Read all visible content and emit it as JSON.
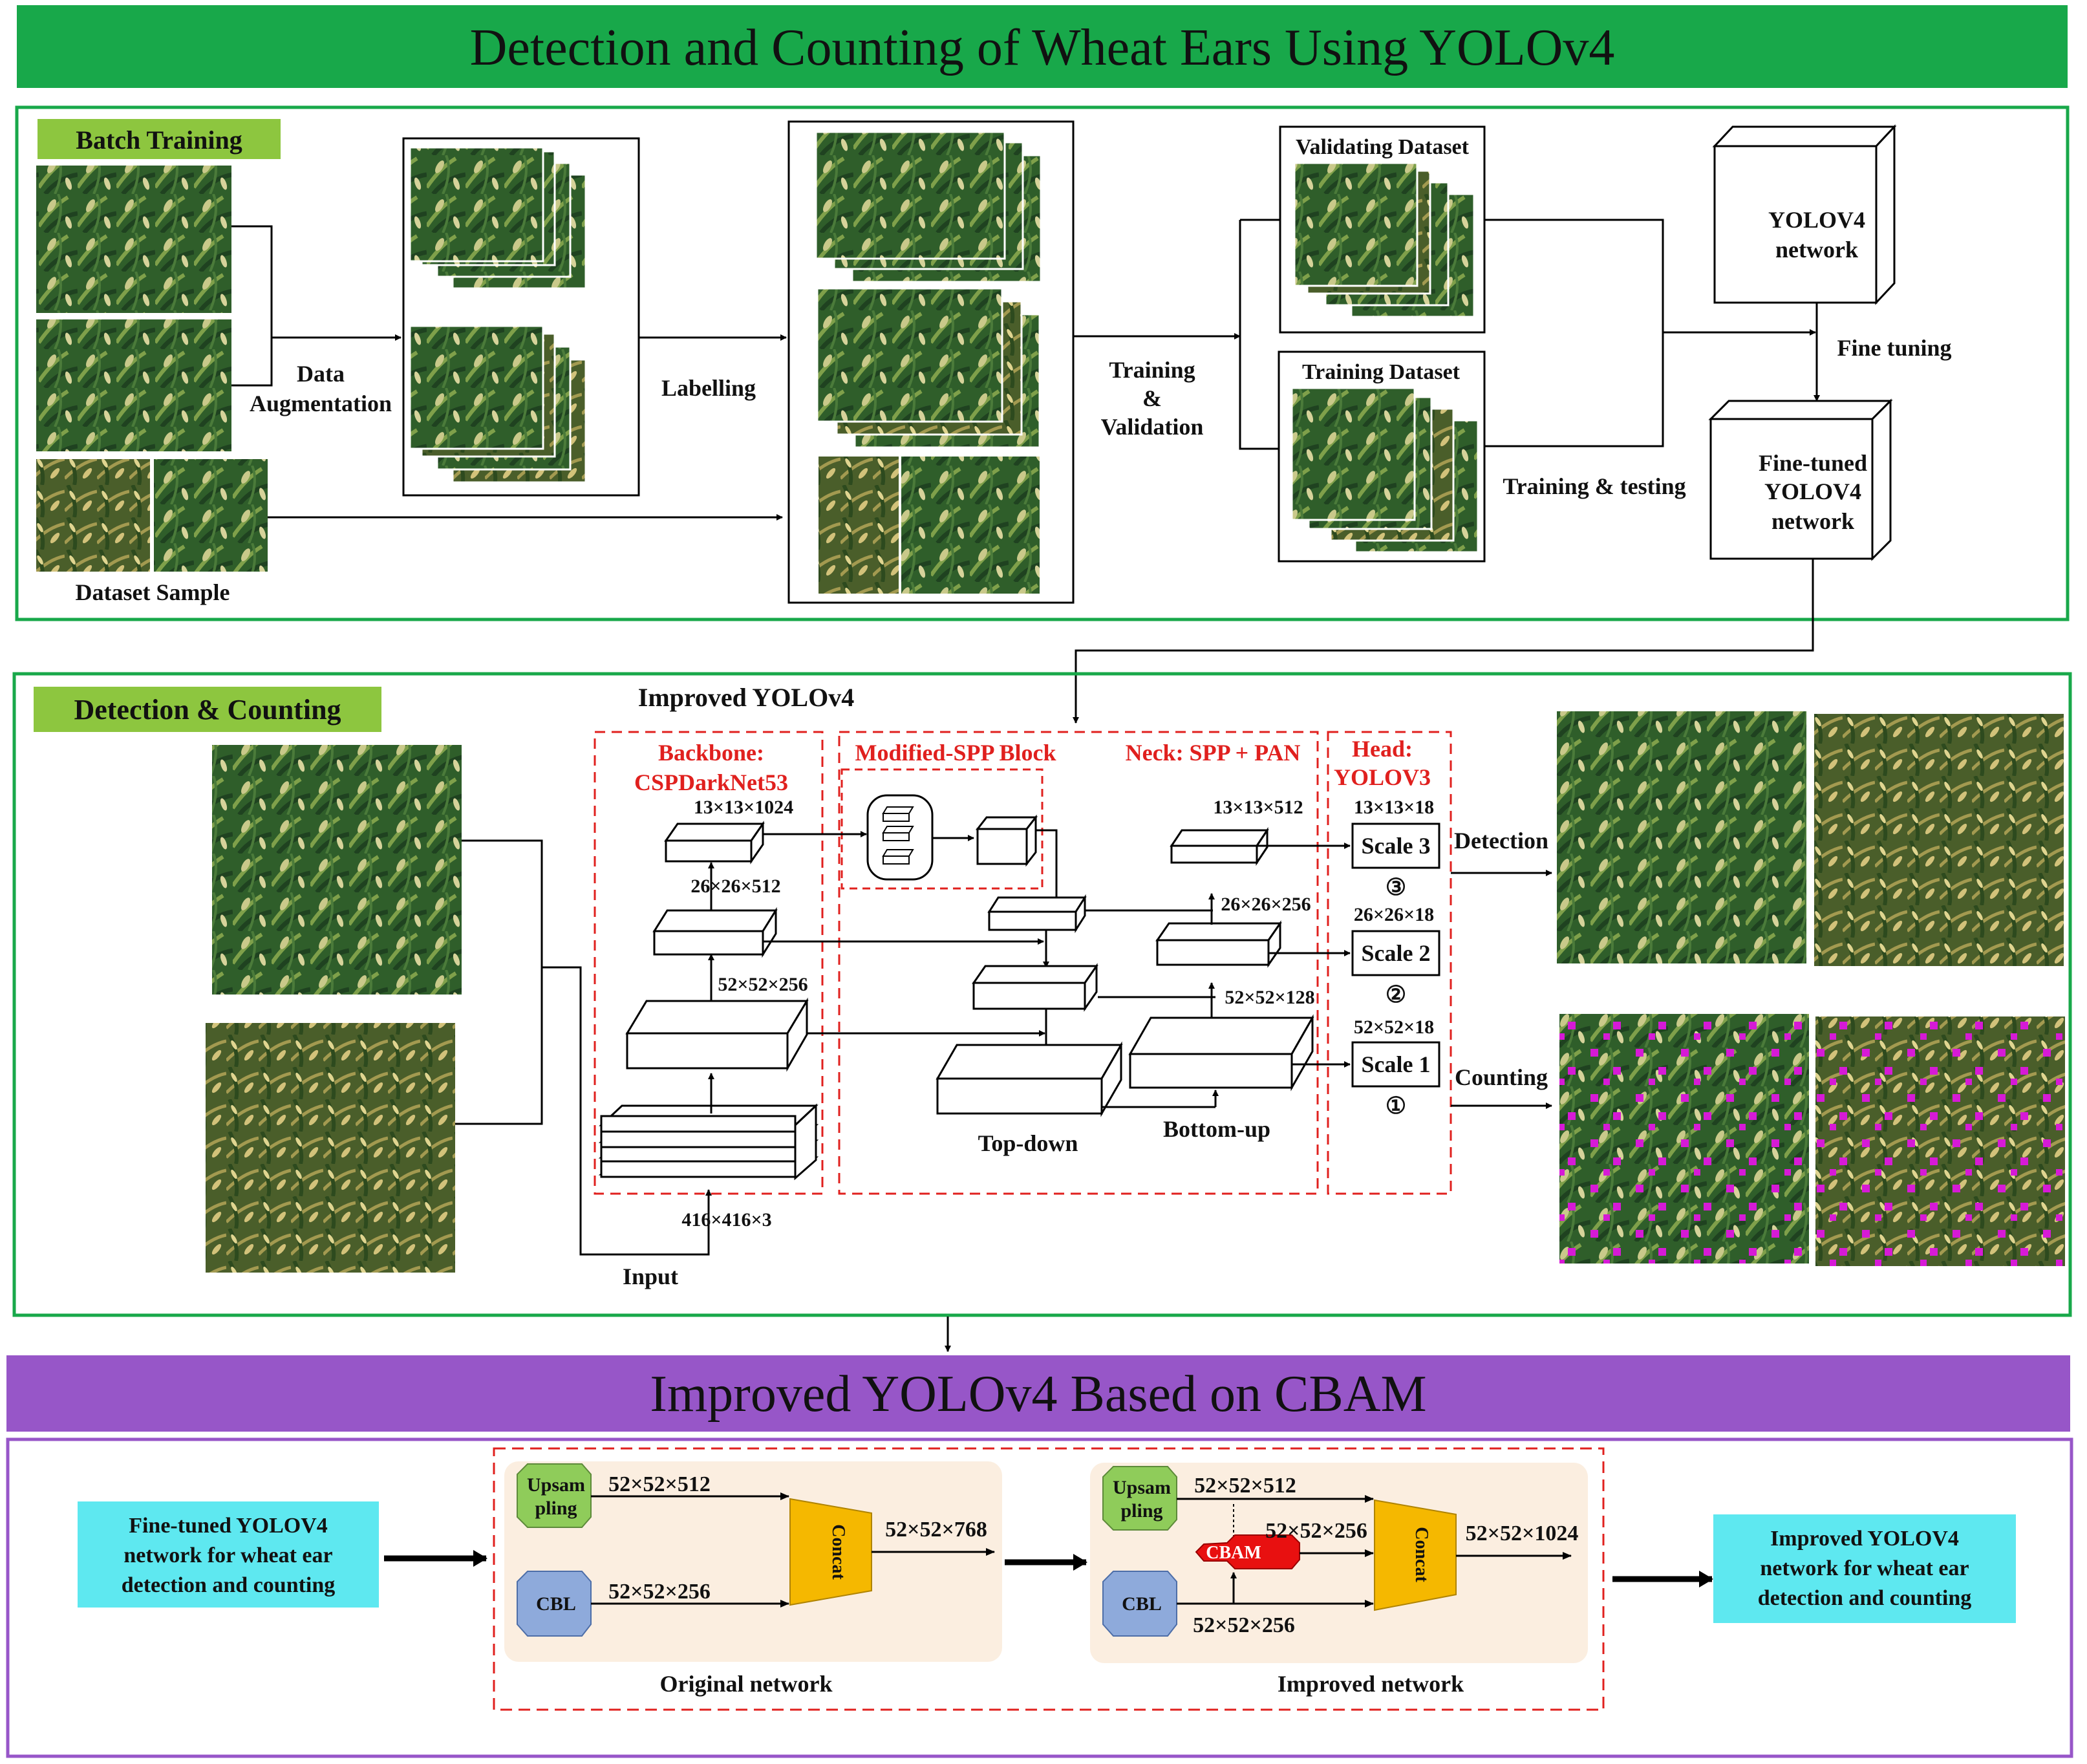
{
  "header": {
    "title": "Detection and Counting of Wheat Ears Using YOLOv4"
  },
  "batch": {
    "badge": "Batch Training",
    "dataset_sample": "Dataset Sample",
    "data_augmentation_1": "Data",
    "data_augmentation_2": "Augmentation",
    "labelling": "Labelling",
    "training_validation_1": "Training",
    "training_validation_2": "&",
    "training_validation_3": "Validation",
    "validating_dataset": "Validating Dataset",
    "training_dataset": "Training Dataset",
    "training_testing": "Training & testing",
    "fine_tuning": "Fine tuning",
    "yolo_net_1": "YOLOV4",
    "yolo_net_2": "network",
    "finetuned_1": "Fine-tuned",
    "finetuned_2": "YOLOV4",
    "finetuned_3": "network"
  },
  "detection": {
    "badge": "Detection & Counting",
    "improved": "Improved YOLOv4",
    "backbone_1": "Backbone:",
    "backbone_2": "CSPDarkNet53",
    "spp": "Modified-SPP Block",
    "neck": "Neck: SPP + PAN",
    "head_1": "Head:",
    "head_2": "YOLOV3",
    "dims": {
      "d13_1024": "13×13×1024",
      "d26_512": "26×26×512",
      "d52_256": "52×52×256",
      "d416": "416×416×3",
      "d13_512": "13×13×512",
      "d26_256": "26×26×256",
      "d52_128": "52×52×128",
      "d13_18": "13×13×18",
      "d26_18": "26×26×18",
      "d52_18": "52×52×18"
    },
    "scale3": "Scale 3",
    "scale2": "Scale 2",
    "scale1": "Scale 1",
    "num3": "③",
    "num2": "②",
    "num1": "①",
    "topdown": "Top-down",
    "bottomup": "Bottom-up",
    "input": "Input",
    "detection": "Detection",
    "counting": "Counting"
  },
  "cbam_section": {
    "title": "Improved YOLOv4 Based on CBAM",
    "left_1": "Fine-tuned YOLOV4",
    "left_2": "network for wheat ear",
    "left_3": "detection and counting",
    "right_1": "Improved YOLOV4",
    "right_2": "network for wheat ear",
    "right_3": "detection and counting",
    "upsam_1": "Upsam",
    "upsam_2": "pling",
    "cbl": "CBL",
    "concat": "Concat",
    "cbam": "CBAM",
    "o_512": "52×52×512",
    "o_256": "52×52×256",
    "o_768": "52×52×768",
    "i_512": "52×52×512",
    "i_256a": "52×52×256",
    "i_256b": "52×52×256",
    "i_1024": "52×52×1024",
    "original": "Original network",
    "improved": "Improved network"
  },
  "colors": {
    "green_banner": "#18a84a",
    "badge_green": "#8dc63f",
    "purple_banner": "#9756c8",
    "cyan_box": "#5ee8f0",
    "red_label": "#e0201e",
    "concat_yellow": "#f5b800",
    "upsam_green": "#8fcc5a",
    "cbl_blue": "#8eaadb",
    "panel_bg": "#fbeee0"
  }
}
